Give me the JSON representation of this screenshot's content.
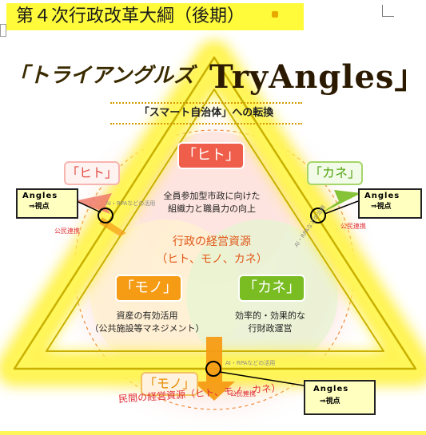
{
  "header": {
    "title": "第４次行政改革大綱（後期）"
  },
  "main_title": {
    "left": "「トライアングルズ",
    "right": "TryAngles」"
  },
  "subtitle": "「スマート自治体」への転換",
  "outer_tags": {
    "hito": "「ヒト」",
    "kane": "「カネ」",
    "mono": "「モノ」"
  },
  "inner_tags": {
    "hito": "「ヒト」",
    "mono": "「モノ」",
    "kane": "「カネ」"
  },
  "texts": {
    "hito_line1": "全員参加型市政に向けた",
    "hito_line2": "組織力と職員力の向上",
    "center_line1": "行政の経営資源",
    "center_line2": "（ヒト、モノ、カネ）",
    "mono_line1": "資産の有効活用",
    "mono_line2": "（公共施設等マネジメント）",
    "kane_line1": "効率的・効果的な",
    "kane_line2": "行財政運営"
  },
  "small_labels": {
    "ai_rpa_left": "AI・RPAなどの活用",
    "ai_rpa_right": "AI・RPAなどの活用",
    "ai_rpa_bottom": "AI・RPAなどの活用",
    "kouminn_left": "公民連携",
    "kouminn_right": "公民連携",
    "kouminn_bottom": "公民連携"
  },
  "bottom_arc_text": "民間の経営資源（ヒト、モノ、カネ）",
  "callouts": [
    {
      "line1": "Angles",
      "line2": "⇒視点"
    },
    {
      "line1": "Angles",
      "line2": "⇒視点"
    },
    {
      "line1": "Angles",
      "line2": "⇒視点"
    }
  ],
  "colors": {
    "glow_yellow": "#fff24a",
    "triangle_edge": "#d4b800",
    "red": "#ef5e4b",
    "orange": "#f59b14",
    "green": "#79bd22",
    "callout_bg": "#ffffc0"
  }
}
